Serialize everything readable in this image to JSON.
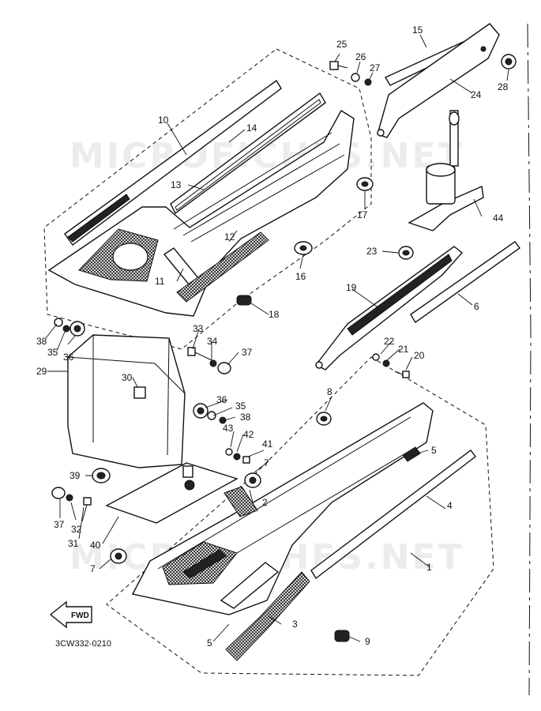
{
  "diagram": {
    "drawing_code": "3CW332-0210",
    "forward_label": "FWD",
    "watermark": "MICROFICHES.NET",
    "callouts": {
      "p1": "1",
      "p2": "2",
      "p3": "3",
      "p4": "4",
      "p5a": "5",
      "p5b": "5",
      "p6": "6",
      "p7a": "7",
      "p7b": "7",
      "p8": "8",
      "p9": "9",
      "p10": "10",
      "p11": "11",
      "p12": "12",
      "p13": "13",
      "p14": "14",
      "p15": "15",
      "p16": "16",
      "p17": "17",
      "p18": "18",
      "p19": "19",
      "p20": "20",
      "p21": "21",
      "p22": "22",
      "p23": "23",
      "p24": "24",
      "p25": "25",
      "p26": "26",
      "p27": "27",
      "p28": "28",
      "p29": "29",
      "p30": "30",
      "p31": "31",
      "p32": "32",
      "p33": "33",
      "p34": "34",
      "p35a": "35",
      "p35b": "35",
      "p36a": "36",
      "p36b": "36",
      "p37a": "37",
      "p37b": "37",
      "p38a": "38",
      "p38b": "38",
      "p39": "39",
      "p40": "40",
      "p41": "41",
      "p42": "42",
      "p43": "43",
      "p44": "44"
    }
  }
}
